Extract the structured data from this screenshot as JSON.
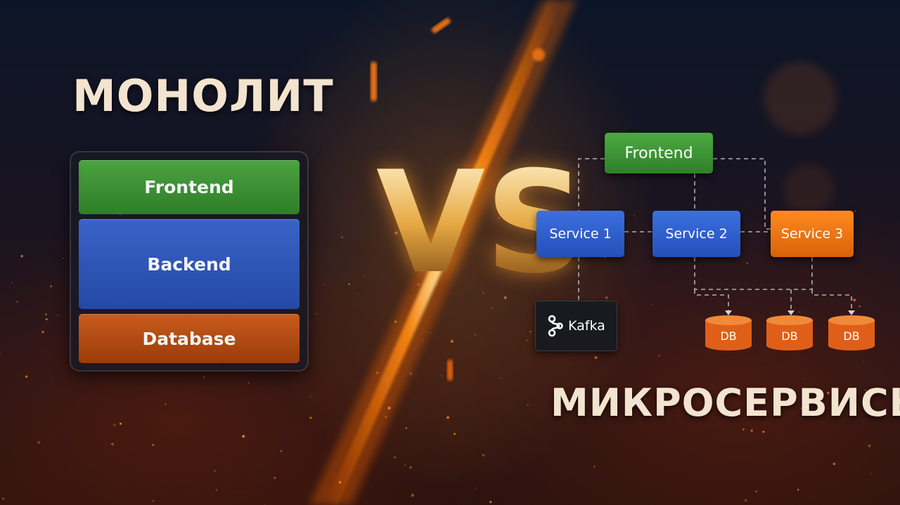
{
  "monolith": {
    "title": "МОНОЛИТ",
    "layers": {
      "frontend": "Frontend",
      "backend": "Backend",
      "database": "Database"
    }
  },
  "versus": "VS",
  "microservices": {
    "title": "МИКРОСЕРВИСЫ",
    "frontend": "Frontend",
    "services": [
      "Service 1",
      "Service 2",
      "Service 3"
    ],
    "broker": "Kafka",
    "databases": [
      "DB",
      "DB",
      "DB"
    ]
  },
  "colors": {
    "green": "#3b9232",
    "blue": "#2f5cc4",
    "orange": "#e5701a",
    "db_orange": "#e0601a",
    "title_text": "#f3e4cf",
    "vs_gold": "#e6aa45",
    "link": "#c9c9c9"
  },
  "icons": [
    "kafka-logo-icon",
    "database-cylinder-icon"
  ]
}
